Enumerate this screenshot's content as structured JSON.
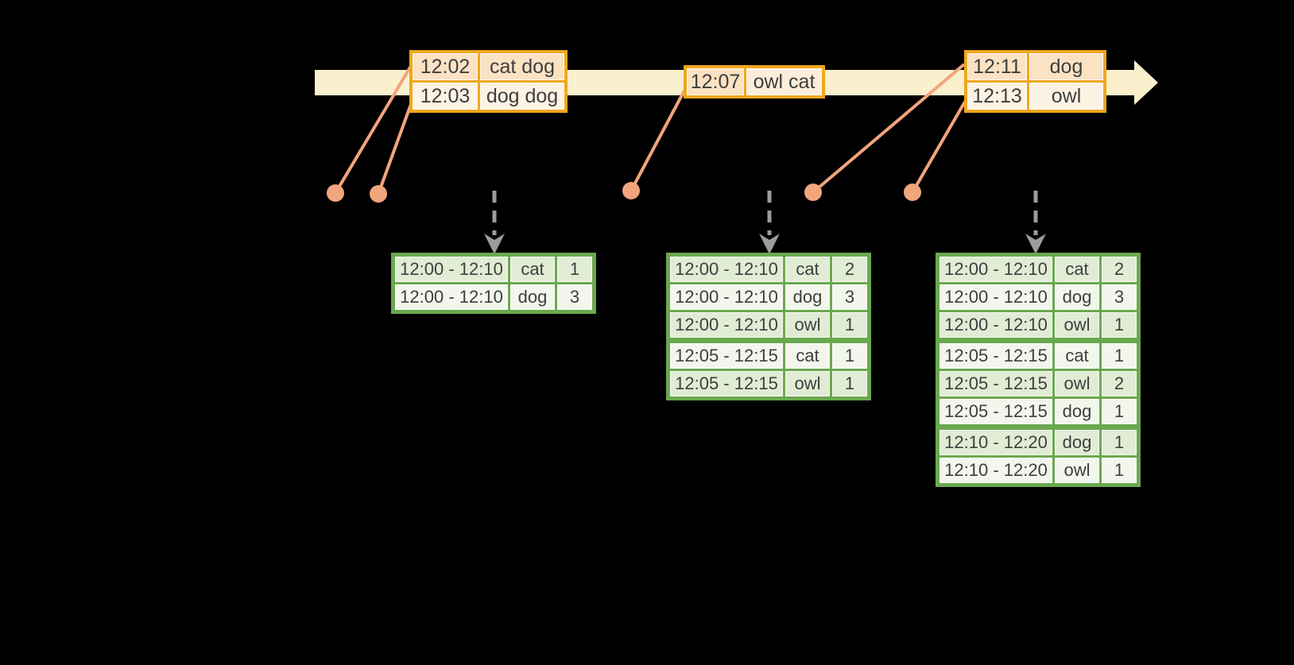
{
  "colors": {
    "background": "#000000",
    "timeline_band": "#faf0cd",
    "event_table_border": "#f0a71c",
    "event_cell_peach": "#fbe2c3",
    "event_cell_cream": "#fdf3e4",
    "marker_salmon": "#f1a57c",
    "trigger_arrow_gray": "#9c9c9c",
    "result_table_border": "#6aa84f",
    "result_cell_dark": "#e1ecd5",
    "result_cell_light": "#f2f6ec",
    "text": "#3e3e3e"
  },
  "event_tables": [
    {
      "rows": [
        {
          "time": "12:02",
          "words": "cat dog"
        },
        {
          "time": "12:03",
          "words": "dog dog"
        }
      ]
    },
    {
      "rows": [
        {
          "time": "12:07",
          "words": "owl cat"
        }
      ]
    },
    {
      "rows": [
        {
          "time": "12:11",
          "words": "dog"
        },
        {
          "time": "12:13",
          "words": "owl"
        }
      ]
    }
  ],
  "result_tables": [
    {
      "rows": [
        {
          "window": "12:00 - 12:10",
          "word": "cat",
          "count": "1"
        },
        {
          "window": "12:00 - 12:10",
          "word": "dog",
          "count": "3"
        }
      ]
    },
    {
      "rows": [
        {
          "window": "12:00 - 12:10",
          "word": "cat",
          "count": "2"
        },
        {
          "window": "12:00 - 12:10",
          "word": "dog",
          "count": "3"
        },
        {
          "window": "12:00 - 12:10",
          "word": "owl",
          "count": "1"
        },
        {
          "window": "12:05 - 12:15",
          "word": "cat",
          "count": "1"
        },
        {
          "window": "12:05 - 12:15",
          "word": "owl",
          "count": "1"
        }
      ]
    },
    {
      "rows": [
        {
          "window": "12:00 - 12:10",
          "word": "cat",
          "count": "2"
        },
        {
          "window": "12:00 - 12:10",
          "word": "dog",
          "count": "3"
        },
        {
          "window": "12:00 - 12:10",
          "word": "owl",
          "count": "1"
        },
        {
          "window": "12:05 - 12:15",
          "word": "cat",
          "count": "1"
        },
        {
          "window": "12:05 - 12:15",
          "word": "owl",
          "count": "2"
        },
        {
          "window": "12:05 - 12:15",
          "word": "dog",
          "count": "1"
        },
        {
          "window": "12:10 - 12:20",
          "word": "dog",
          "count": "1"
        },
        {
          "window": "12:10 - 12:20",
          "word": "owl",
          "count": "1"
        }
      ]
    }
  ]
}
